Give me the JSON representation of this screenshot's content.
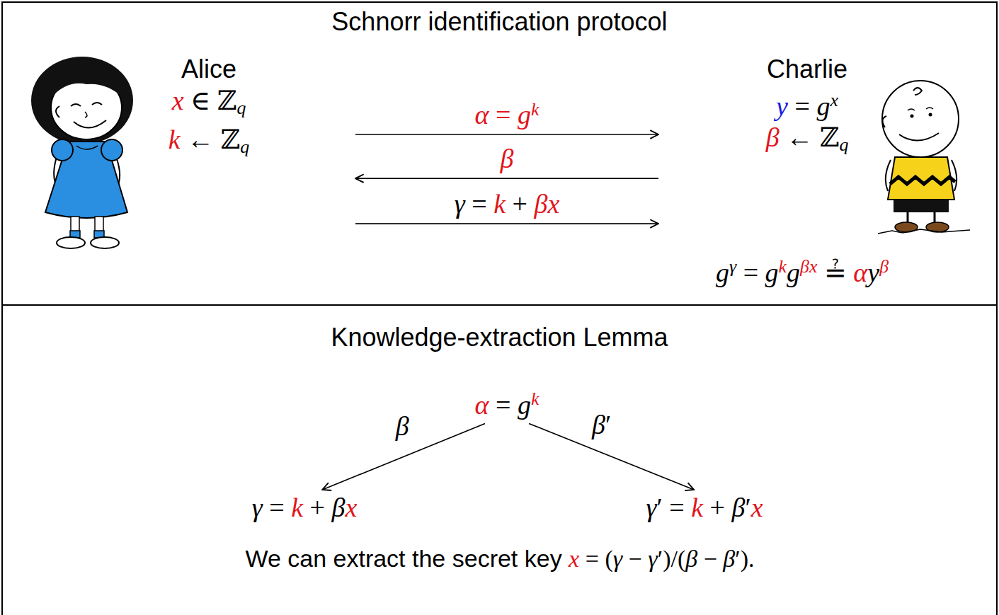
{
  "diagram": {
    "nodes": [
      {
        "text": [
          "Schnorr identification protocol"
        ]
      },
      {
        "text": [
          "Alice",
          "x ∈ ℤq",
          "k ← ℤq"
        ],
        "in": 0
      },
      {
        "text": [
          "Charlie",
          "y = gx",
          "β ← ℤq"
        ],
        "in": 0
      },
      {
        "text": [
          "Knowledge-extraction Lemma"
        ]
      },
      {
        "text": [
          "α = gk"
        ],
        "in": 3
      },
      {
        "text": [
          "γ = k + βx"
        ],
        "in": 3
      },
      {
        "text": [
          "γ′ = k + β′x"
        ],
        "in": 3
      }
    ],
    "edges": [
      {
        "from": 1,
        "to": 2,
        "arrow": "to",
        "label": "α = gk"
      },
      {
        "from": 2,
        "to": 1,
        "arrow": "to",
        "label": "β"
      },
      {
        "from": 1,
        "to": 2,
        "arrow": "to",
        "label": "γ = k + βx"
      },
      {
        "from": 4,
        "to": 5,
        "arrow": "to",
        "label": "β"
      },
      {
        "from": 4,
        "to": 6,
        "arrow": "to",
        "label": "β′"
      }
    ],
    "labels": [
      "gγ = gkgβx ≟ αyβ",
      "We can extract the secret key x = (γ − γ′)/(β − β′)."
    ]
  }
}
